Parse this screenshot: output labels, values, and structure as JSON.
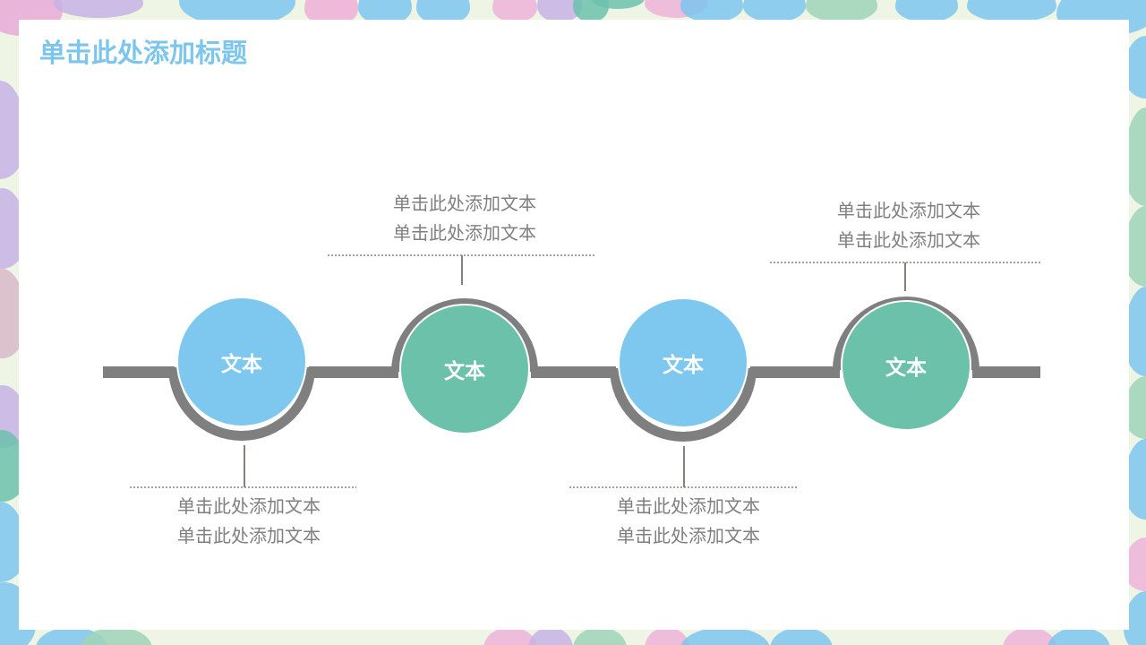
{
  "slide": {
    "title": "单击此处添加标题",
    "colors": {
      "title": "#7cc6ee",
      "line": "#7f7f7f",
      "blue": "#7ec8f0",
      "green": "#6cc1ab",
      "caption": "#7f7f7f",
      "background": "#eef5e4"
    }
  },
  "timeline": {
    "nodes": [
      {
        "label": "文本",
        "color": "blue",
        "arc": "bottom",
        "caption_position": "below",
        "caption": [
          "单击此处添加文本",
          "单击此处添加文本"
        ]
      },
      {
        "label": "文本",
        "color": "green",
        "arc": "top",
        "caption_position": "above",
        "caption": [
          "单击此处添加文本",
          "单击此处添加文本"
        ]
      },
      {
        "label": "文本",
        "color": "blue",
        "arc": "bottom",
        "caption_position": "below",
        "caption": [
          "单击此处添加文本",
          "单击此处添加文本"
        ]
      },
      {
        "label": "文本",
        "color": "green",
        "arc": "top",
        "caption_position": "above",
        "caption": [
          "单击此处添加文本",
          "单击此处添加文本"
        ]
      }
    ]
  }
}
